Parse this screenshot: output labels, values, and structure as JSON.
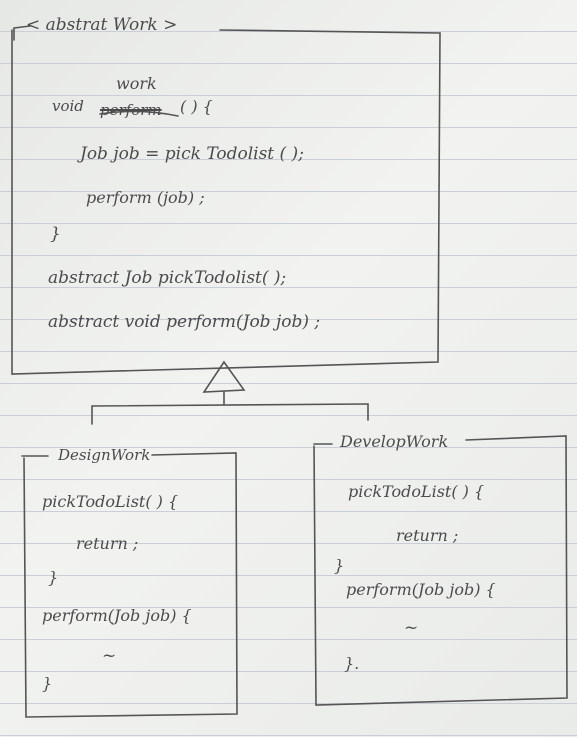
{
  "abstract_class": {
    "header": "< abstrat Work >",
    "insert_above": "work",
    "method_sig": {
      "ret": "void",
      "name": "perform",
      "rest": "( ) {"
    },
    "body": [
      "Job job = pick Todolist ( );",
      "perform (job) ;"
    ],
    "close": "}",
    "abstracts": [
      "abstract  Job  pickTodolist( );",
      "abstract  void  perform(Job  job) ;"
    ]
  },
  "design_class": {
    "name": "DesignWork",
    "lines": [
      "pickTodoList( ) {",
      "return ;",
      "}",
      "perform(Job job) {",
      "~",
      "}"
    ]
  },
  "develop_class": {
    "name": "DevelopWork",
    "lines": [
      "pickTodoList( ) {",
      "return ;",
      "}",
      "perform(Job job) {",
      "~",
      "}."
    ]
  },
  "colors": {
    "ink": "#4b4b4b",
    "paper": "#eef0ee",
    "rule": "#c9cfd6"
  }
}
